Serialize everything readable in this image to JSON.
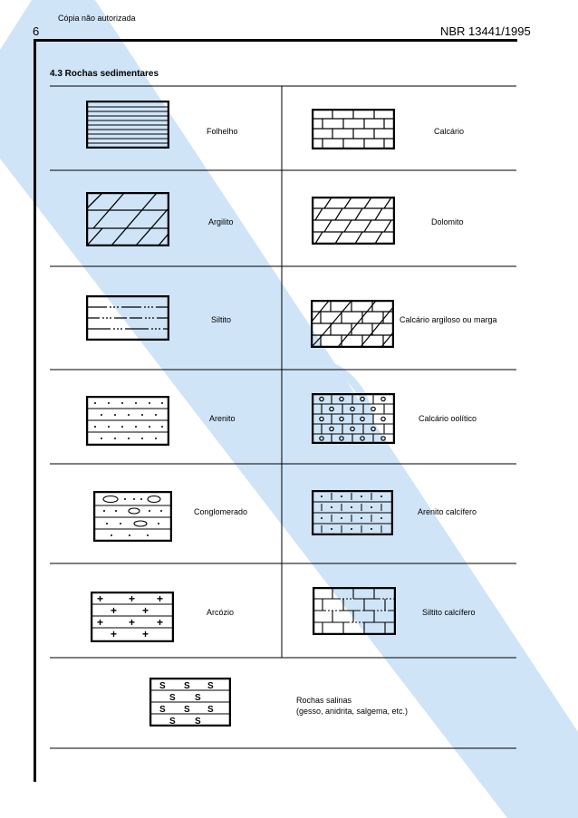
{
  "header": {
    "watermark": "Cópia não autorizada",
    "page_number": "6",
    "standard": "NBR 13441/1995"
  },
  "section": {
    "title": "4.3 Rochas sedimentares"
  },
  "rocks": {
    "folhelho": "Folhelho",
    "calcario": "Calcário",
    "argilito": "Argilito",
    "dolomito": "Dolomito",
    "siltito": "Siltito",
    "calcario_argiloso": "Calcário argiloso ou marga",
    "arenito": "Arenito",
    "calcario_oolitico": "Calcário oolítico",
    "conglomerado": "Conglomerado",
    "arenito_calcifero": "Arenito calcífero",
    "arcozio": "Arcózio",
    "siltito_calcifero": "Siltito calcífero",
    "rochas_salinas": "Rochas salinas",
    "rochas_salinas_note": "(gesso, anidrita, salgema, etc.)"
  },
  "symbols": {
    "arcozio_mark": "+",
    "salinas_mark": "S"
  },
  "colors": {
    "watermark_blue": "#cfe4f7",
    "ink": "#000000"
  }
}
